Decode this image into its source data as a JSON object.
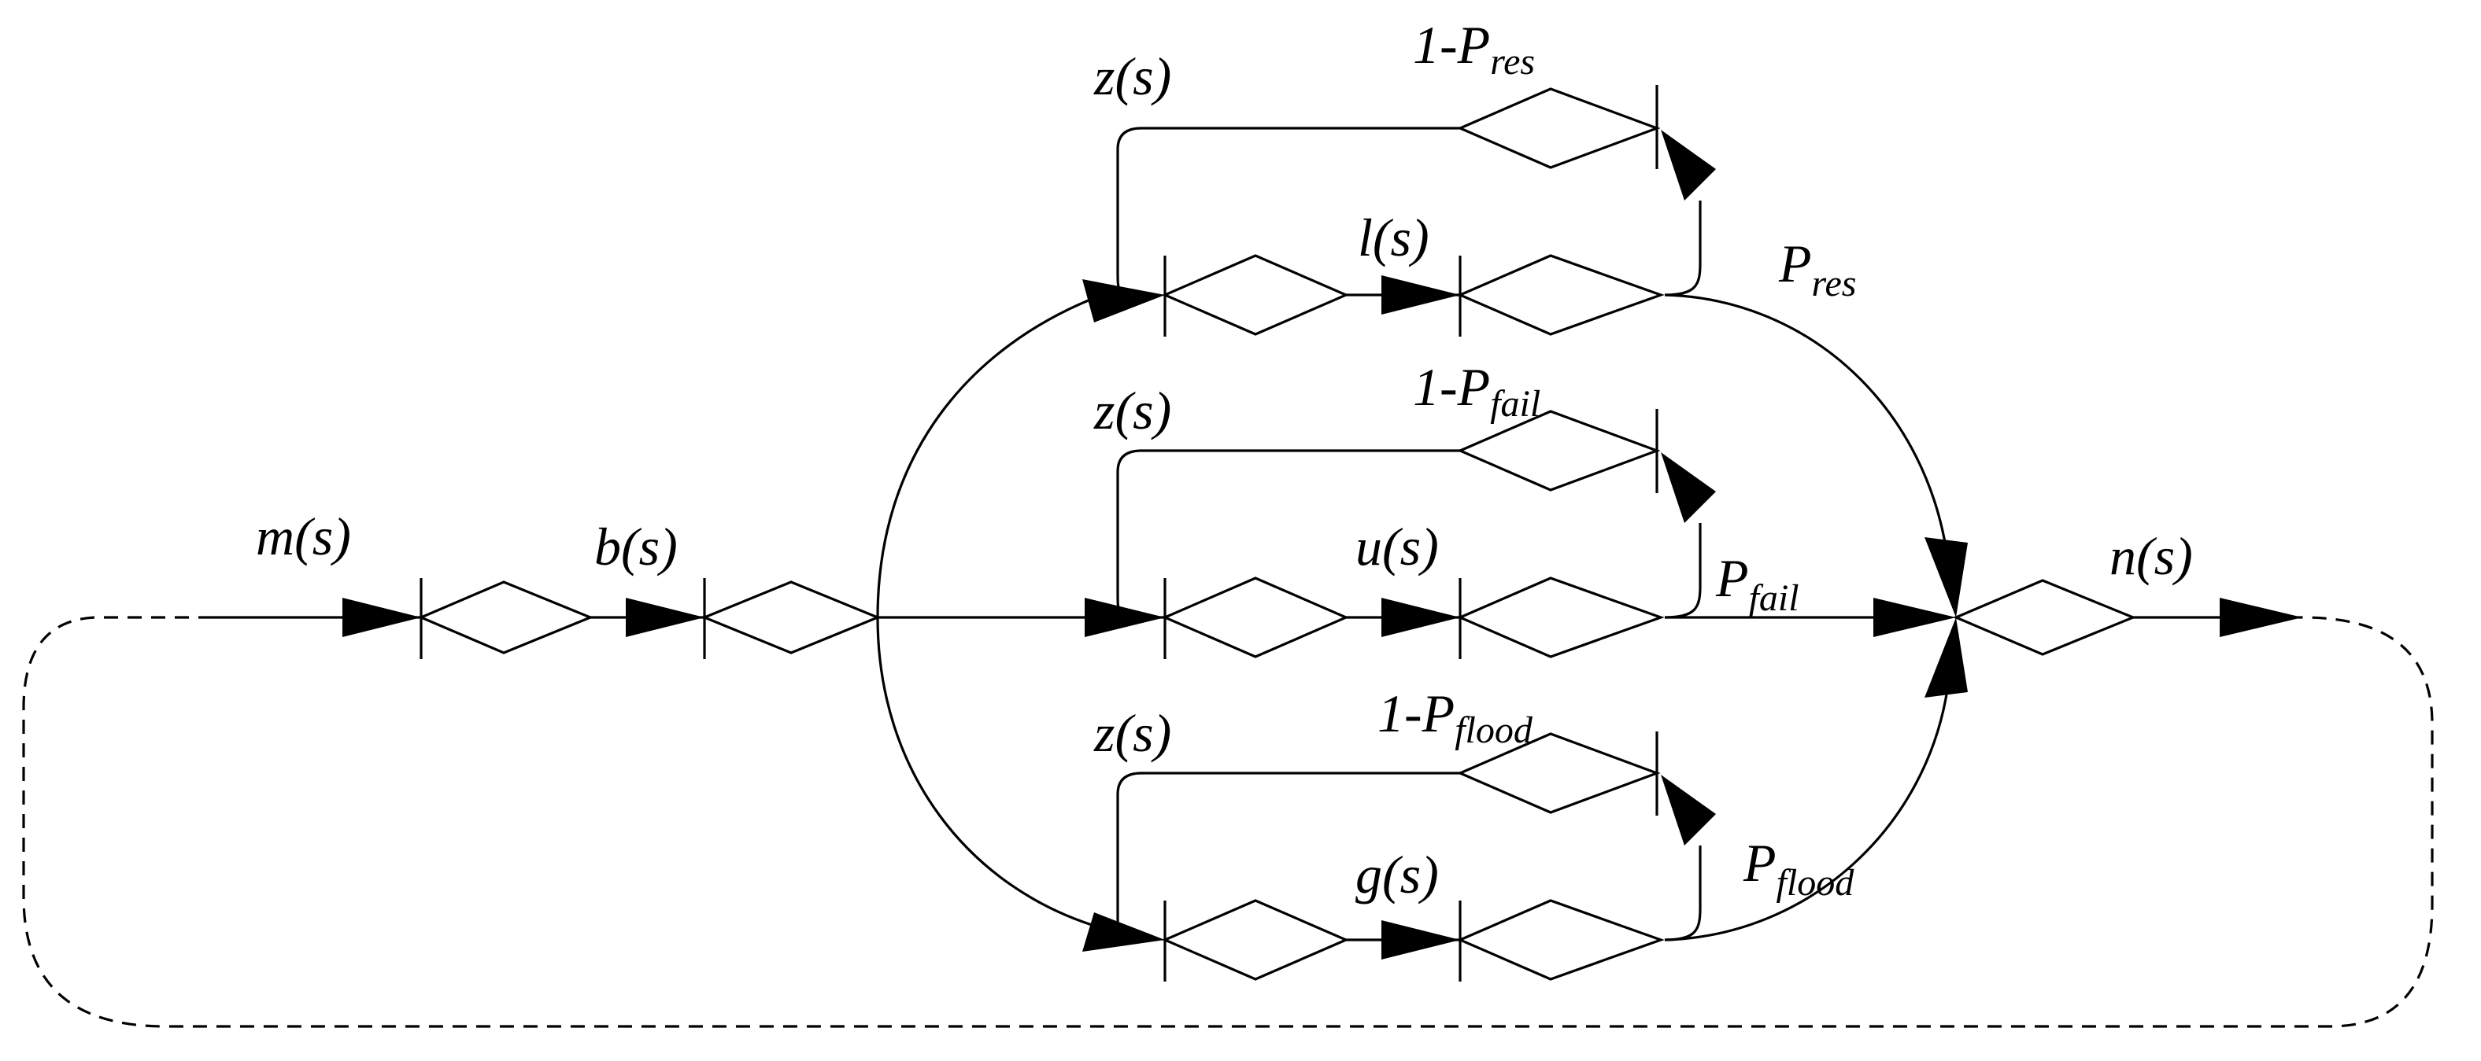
{
  "diagram": {
    "labels": {
      "m": "m(s)",
      "b": "b(s)",
      "n": "n(s)",
      "z_top": "z(s)",
      "z_mid": "z(s)",
      "z_bot": "z(s)",
      "l": "l(s)",
      "u": "u(s)",
      "g": "g(s)",
      "one_minus_res": {
        "main": "1-P",
        "sub": "res"
      },
      "one_minus_fail": {
        "main": "1-P",
        "sub": "fail"
      },
      "one_minus_flood": {
        "main": "1-P",
        "sub": "flood"
      },
      "p_res": {
        "main": "P",
        "sub": "res"
      },
      "p_fail": {
        "main": "P",
        "sub": "fail"
      },
      "p_flood": {
        "main": "P",
        "sub": "flood"
      }
    }
  }
}
